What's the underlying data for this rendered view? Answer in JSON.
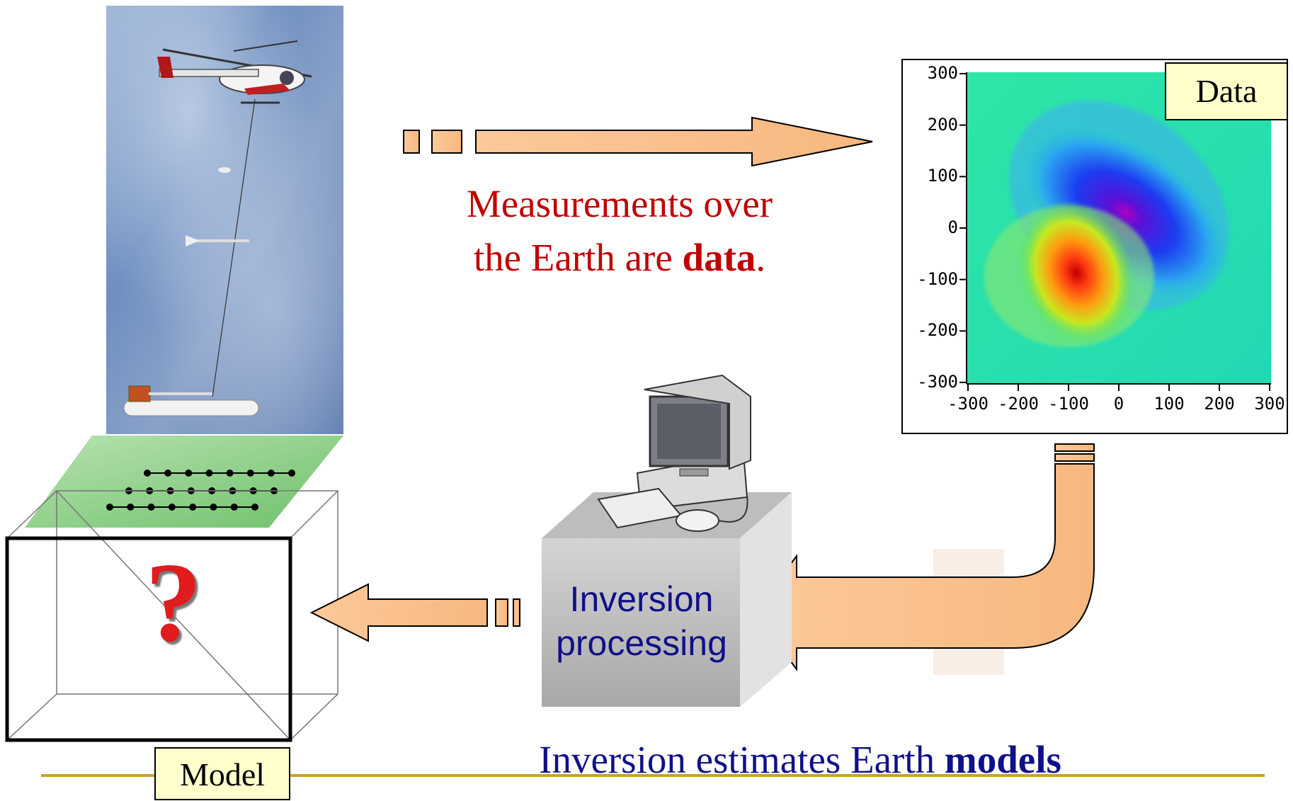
{
  "data_panel": {
    "label": "Data",
    "x_ticks": [
      "-300",
      "-200",
      "-100",
      "0",
      "100",
      "200",
      "300"
    ],
    "y_ticks": [
      "300",
      "200",
      "100",
      "0",
      "-100",
      "-200",
      "-300"
    ]
  },
  "caption_top": {
    "line1": "Measurements over",
    "line2_prefix": "the Earth are ",
    "line2_bold": "data",
    "line2_suffix": "."
  },
  "computer": {
    "label_line1": "Inversion",
    "label_line2": "processing"
  },
  "model": {
    "label": "Model",
    "question_mark": "?"
  },
  "caption_bottom": {
    "prefix": "Inversion estimates Earth ",
    "bold": "models"
  },
  "colors": {
    "arrow_fill": "#fcc99a",
    "caption_red": "#c00000",
    "caption_blue": "#10108a",
    "label_bg": "#ffffcc",
    "rule_line": "#c9a227",
    "survey_plane": "#8fd08a"
  }
}
